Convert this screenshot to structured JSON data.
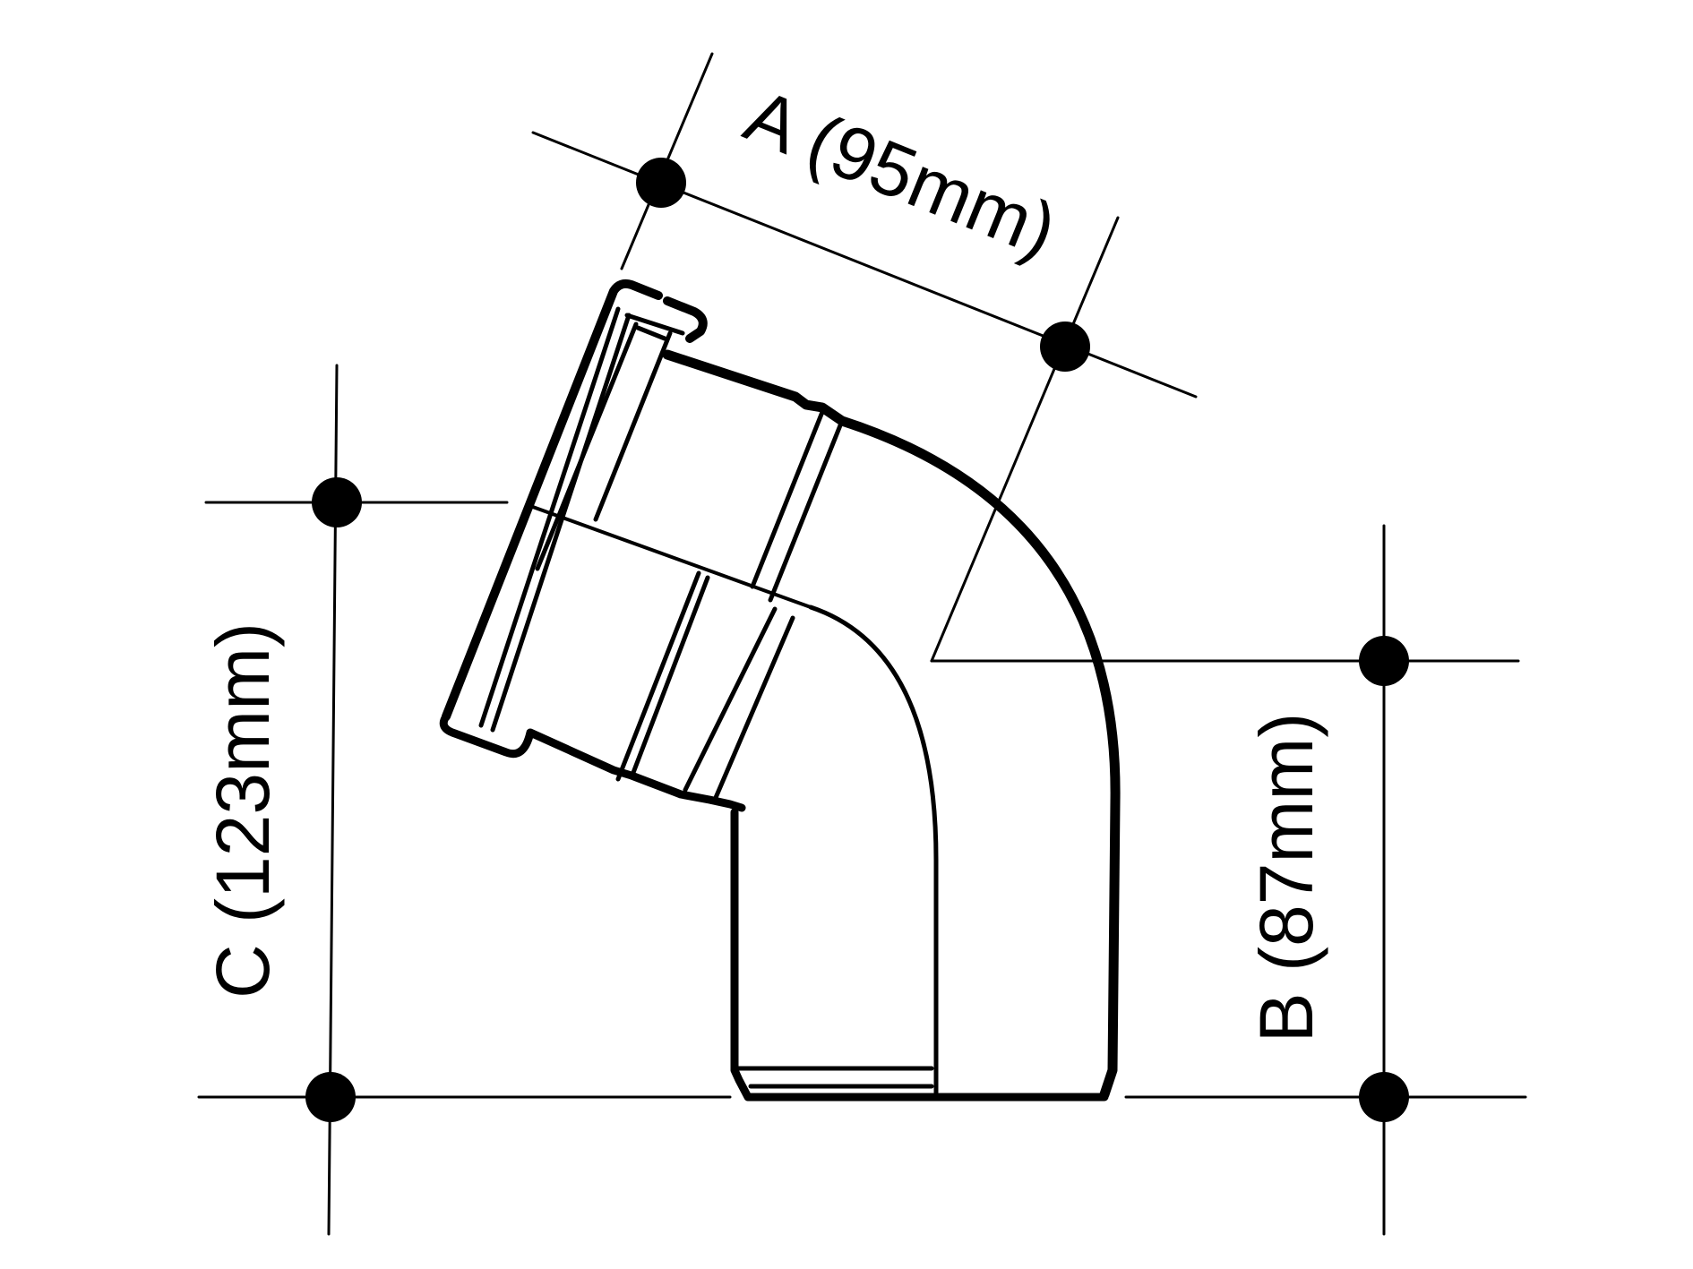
{
  "dimensions": {
    "a": {
      "label": "A (95mm)",
      "value_mm": 95
    },
    "b": {
      "label": "B (87mm)",
      "value_mm": 87
    },
    "c": {
      "label": "C (123mm)",
      "value_mm": 123
    }
  },
  "colors": {
    "line": "#000000",
    "background": "#ffffff"
  }
}
